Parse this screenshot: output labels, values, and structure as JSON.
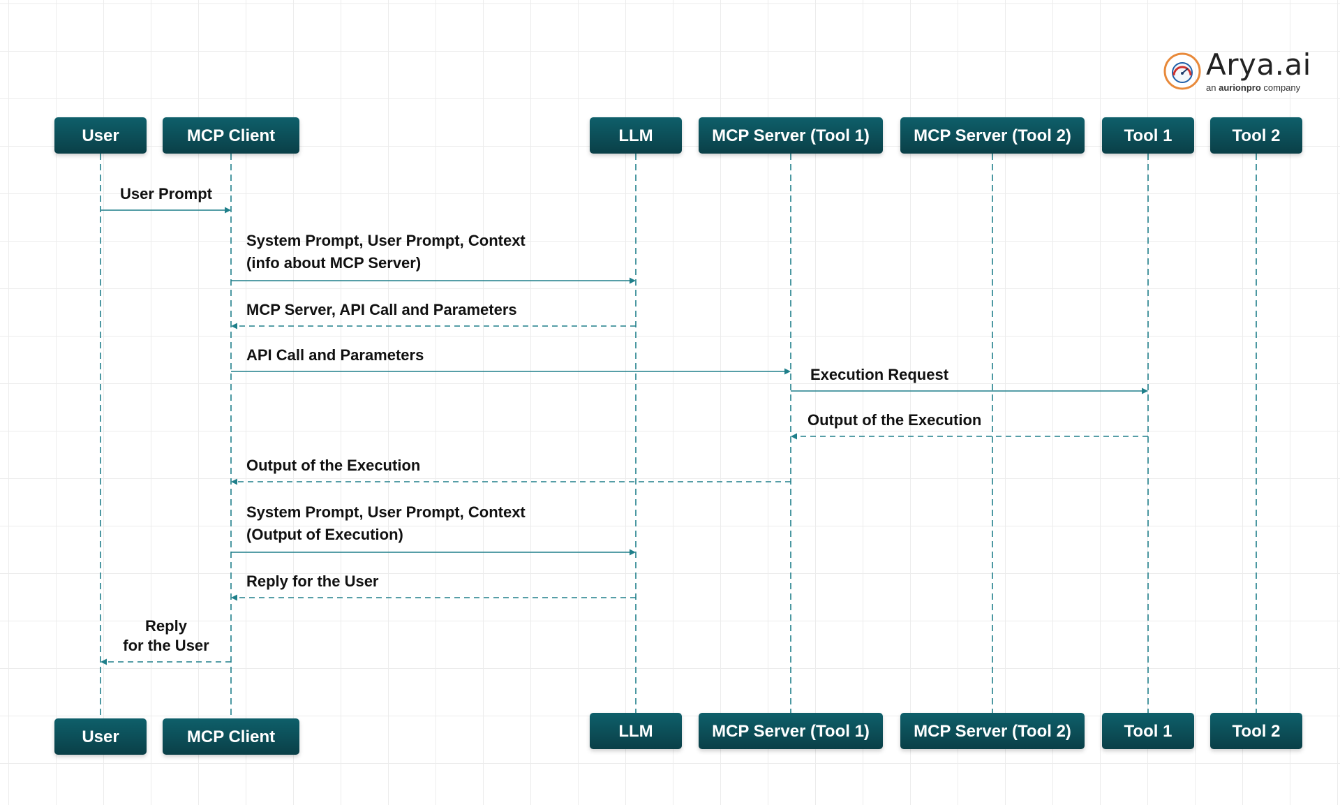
{
  "brand": {
    "name": "Arya.ai",
    "tagline_prefix": "an",
    "tagline_brand": "aurionpro",
    "tagline_suffix": "company",
    "icon": "arya-gauge-logo-icon"
  },
  "colors": {
    "participant_fill_top": "#0e5f6a",
    "participant_fill_bottom": "#0a3f47",
    "lifeline": "#1f7f8a",
    "arrow": "#1f7f8a"
  },
  "participants": [
    {
      "id": "user",
      "name": "User"
    },
    {
      "id": "mcp_client",
      "name": "MCP Client"
    },
    {
      "id": "llm",
      "name": "LLM"
    },
    {
      "id": "mcp_server_1",
      "name": "MCP Server (Tool 1)"
    },
    {
      "id": "mcp_server_2",
      "name": "MCP Server (Tool 2)"
    },
    {
      "id": "tool_1",
      "name": "Tool 1"
    },
    {
      "id": "tool_2",
      "name": "Tool 2"
    }
  ],
  "messages": [
    {
      "from": "user",
      "to": "mcp_client",
      "style": "solid",
      "lines": [
        "User Prompt"
      ]
    },
    {
      "from": "mcp_client",
      "to": "llm",
      "style": "solid",
      "lines": [
        "System Prompt, User Prompt, Context",
        "(info about MCP Server)"
      ]
    },
    {
      "from": "llm",
      "to": "mcp_client",
      "style": "dashed",
      "lines": [
        "MCP Server, API Call and Parameters"
      ]
    },
    {
      "from": "mcp_client",
      "to": "mcp_server_1",
      "style": "solid",
      "lines": [
        "API Call and Parameters"
      ]
    },
    {
      "from": "mcp_server_1",
      "to": "tool_1",
      "style": "solid",
      "lines": [
        "Execution Request"
      ]
    },
    {
      "from": "tool_1",
      "to": "mcp_server_1",
      "style": "dashed",
      "lines": [
        "Output of the Execution"
      ]
    },
    {
      "from": "mcp_server_1",
      "to": "mcp_client",
      "style": "dashed",
      "lines": [
        "Output of the Execution"
      ]
    },
    {
      "from": "mcp_client",
      "to": "llm",
      "style": "solid",
      "lines": [
        "System Prompt, User Prompt, Context",
        "(Output of Execution)"
      ]
    },
    {
      "from": "llm",
      "to": "mcp_client",
      "style": "dashed",
      "lines": [
        "Reply for the User"
      ]
    },
    {
      "from": "mcp_client",
      "to": "user",
      "style": "dashed",
      "lines": [
        "Reply",
        "for the User"
      ]
    }
  ]
}
